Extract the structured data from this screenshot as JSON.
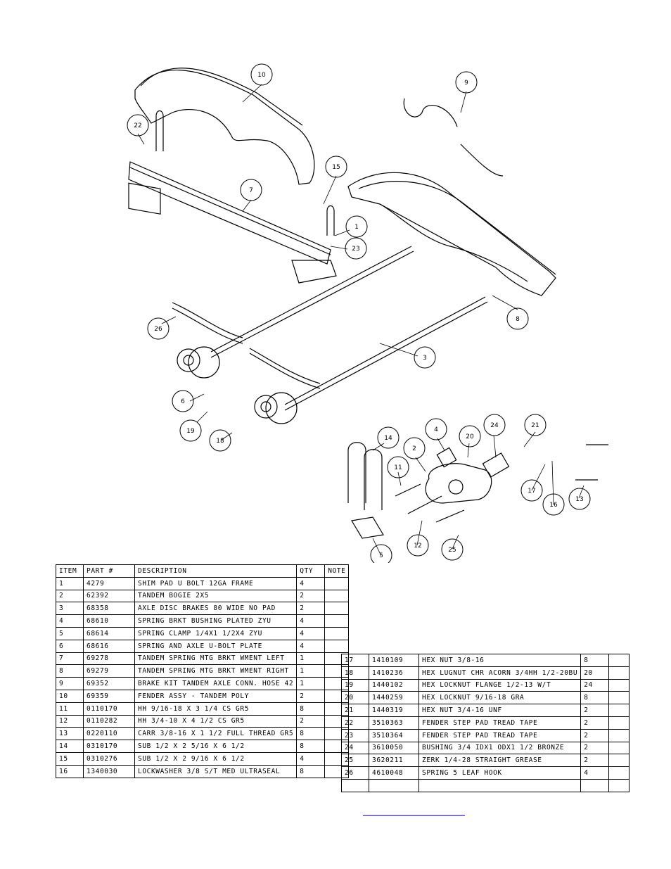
{
  "bom_left": {
    "headers": [
      "ITEM",
      "PART #",
      "DESCRIPTION",
      "QTY",
      "NOTE"
    ],
    "rows": [
      [
        "1",
        "4279",
        "SHIM PAD   U BOLT 12GA FRAME",
        "4",
        ""
      ],
      [
        "2",
        "62392",
        "TANDEM BOGIE   2X5",
        "2",
        ""
      ],
      [
        "3",
        "68358",
        "AXLE DISC BRAKES 80 WIDE NO PAD",
        "2",
        ""
      ],
      [
        "4",
        "68610",
        "SPRING BRKT BUSHING PLATED ZYU",
        "4",
        ""
      ],
      [
        "5",
        "68614",
        "SPRING CLAMP   1/4X1 1/2X4  ZYU",
        "4",
        ""
      ],
      [
        "6",
        "68616",
        "SPRING AND AXLE U-BOLT PLATE",
        "4",
        ""
      ],
      [
        "7",
        "69278",
        "TANDEM SPRING MTG BRKT WMENT LEFT",
        "1",
        ""
      ],
      [
        "8",
        "69279",
        "TANDEM SPRING MTG BRKT WMENT RIGHT",
        "1",
        ""
      ],
      [
        "9",
        "69352",
        "BRAKE KIT TANDEM AXLE CONN. HOSE 42",
        "1",
        ""
      ],
      [
        "10",
        "69359",
        "FENDER ASSY - TANDEM POLY",
        "2",
        ""
      ],
      [
        "11",
        "0110170",
        "HH 9/16-18 X 3 1/4 CS GR5",
        "8",
        ""
      ],
      [
        "12",
        "0110282",
        "HH 3/4-10 X 4 1/2 CS GR5",
        "2",
        ""
      ],
      [
        "13",
        "0220110",
        "CARR 3/8-16 X 1 1/2 FULL THREAD GR5",
        "8",
        ""
      ],
      [
        "14",
        "0310170",
        "SUB 1/2 X 2 5/16 X 6 1/2",
        "8",
        ""
      ],
      [
        "15",
        "0310276",
        "SUB 1/2 X 2 9/16 X 6 1/2",
        "4",
        ""
      ],
      [
        "16",
        "1340030",
        "LOCKWASHER 3/8 S/T MED ULTRASEAL",
        "8",
        ""
      ]
    ]
  },
  "bom_right": {
    "rows": [
      [
        "17",
        "1410109",
        "HEX NUT 3/8-16",
        "8",
        ""
      ],
      [
        "18",
        "1410236",
        "HEX LUGNUT CHR ACORN 3/4HH 1/2-20BU",
        "20",
        ""
      ],
      [
        "19",
        "1440102",
        "HEX LOCKNUT FLANGE 1/2-13 W/T",
        "24",
        ""
      ],
      [
        "20",
        "1440259",
        "HEX LOCKNUT 9/16-18 GRA",
        "8",
        ""
      ],
      [
        "21",
        "1440319",
        "HEX NUT 3/4-16 UNF",
        "2",
        ""
      ],
      [
        "22",
        "3510363",
        "FENDER STEP PAD TREAD TAPE",
        "2",
        ""
      ],
      [
        "23",
        "3510364",
        "FENDER STEP PAD TREAD TAPE",
        "2",
        ""
      ],
      [
        "24",
        "3610050",
        "BUSHING  3/4 IDX1 ODX1 1/2 BRONZE",
        "2",
        ""
      ],
      [
        "25",
        "3620211",
        "ZERK  1/4-28 STRAIGHT GREASE",
        "2",
        ""
      ],
      [
        "26",
        "4610048",
        "SPRING  5 LEAF HOOK",
        "4",
        ""
      ],
      [
        "",
        "",
        "",
        "",
        ""
      ]
    ]
  },
  "balloons": [
    "10",
    "9",
    "22",
    "15",
    "7",
    "1",
    "23",
    "26",
    "8",
    "3",
    "6",
    "19",
    "18",
    "14",
    "2",
    "4",
    "20",
    "24",
    "21",
    "11",
    "17",
    "16",
    "13",
    "12",
    "25",
    "5"
  ]
}
